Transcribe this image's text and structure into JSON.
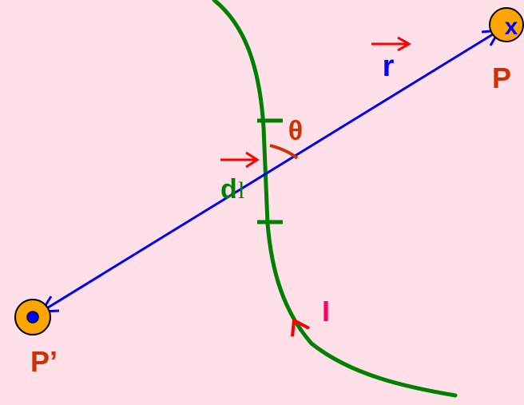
{
  "labels": {
    "point_p": "P",
    "point_p_prime": "P’",
    "p_marker": "x",
    "vector_r": "r",
    "angle": "θ",
    "element_d": "d",
    "element_l": "l",
    "current": "I"
  },
  "colors": {
    "background": "#ffe0e8",
    "wire": "#008000",
    "vector_line": "#0000ff",
    "vector_arrow": "#ff0000",
    "point_fill": "#ffa500",
    "point_label": "#cc3300",
    "angle_label": "#cc3300",
    "current_label": "#ff0066",
    "r_label": "#0000ff",
    "dl_label": "#008000"
  },
  "icons": {
    "p_marker": "cross-icon",
    "p_prime_marker": "dot-icon"
  }
}
